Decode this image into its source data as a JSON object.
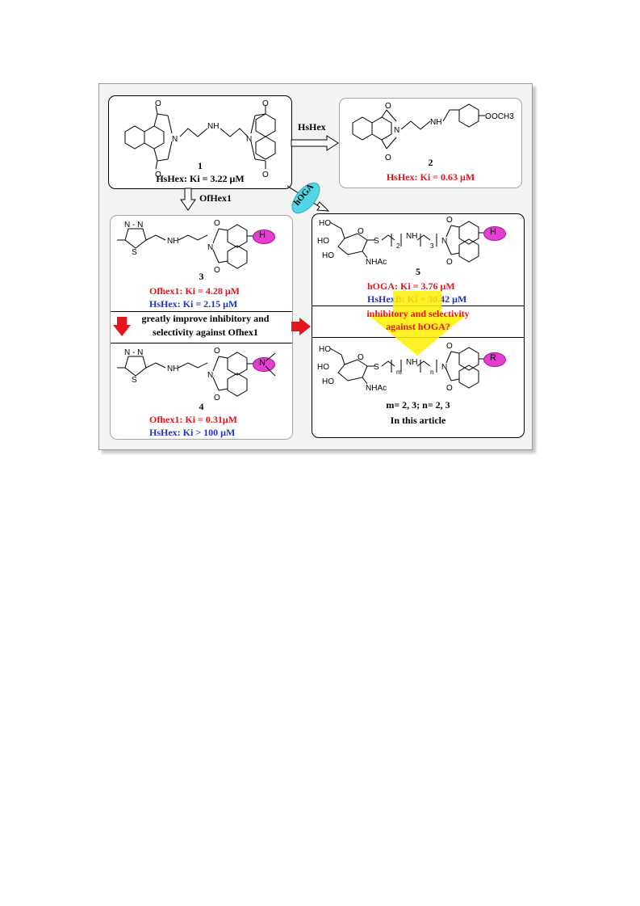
{
  "compound1": {
    "number": "1",
    "activity": "HsHex:  Ki = 3.22 μM"
  },
  "compound2": {
    "number": "2",
    "activity": "HsHex:  Ki = 0.63 μM",
    "group": "OCH3"
  },
  "compound3": {
    "number": "3",
    "activity_a": "Ofhex1:  Ki = 4.28 μM",
    "activity_b": "HsHex:   Ki = 2.15 μM",
    "badge": "H"
  },
  "compound4": {
    "number": "4",
    "activity_a": "Ofhex1:  Ki = 0.31μM",
    "activity_b": "HsHex:   Ki > 100 μM",
    "badge": "N"
  },
  "compound5": {
    "number": "5",
    "activity_a": "hOGA:    Ki = 3.76 μM",
    "activity_b": "HsHexB:   Ki = 30.42 μM",
    "badge": "H",
    "sub_m": "2",
    "sub_n": "3"
  },
  "target": {
    "badge": "R",
    "sub_m": "m",
    "sub_n": "n",
    "range": "m= 2, 3; n= 2, 3",
    "caption": "In this article"
  },
  "arrows": {
    "to2": "HsHex",
    "to3": "OfHex1",
    "to5": "hOGA"
  },
  "statements": {
    "improve_line1": "greatly improve inhibitory and",
    "improve_line2": "selectivity against Ofhex1",
    "question_line1": "inhibitory and selectivity",
    "question_line2": "against hOGA?"
  },
  "atoms": {
    "NH": "NH",
    "N": "N",
    "O": "O",
    "S": "S",
    "HO": "HO",
    "NHAc": "NHAc",
    "H": "H",
    "NN": "N - N"
  }
}
